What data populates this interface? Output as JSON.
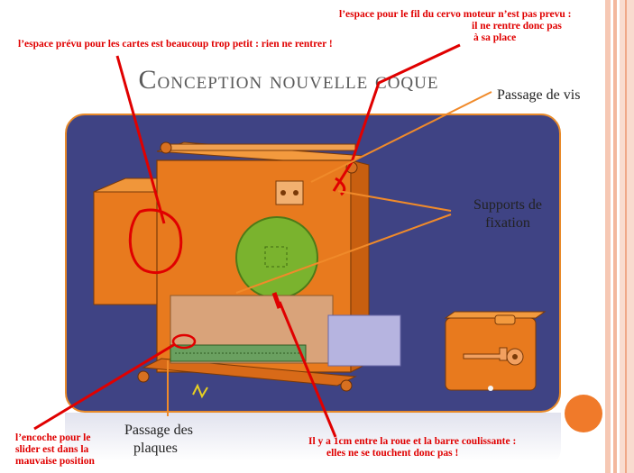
{
  "slide": {
    "title_first_letter": "C",
    "title_rest": "onception nouvelle coque"
  },
  "annotations": {
    "cards_space": "l’espace prévu pour les cartes est beaucoup trop petit : rien ne rentrer !",
    "servo_wire_line1": "l’espace pour le fil du cervo moteur n’est pas prevu :",
    "servo_wire_line2": "il ne rentre donc pas",
    "servo_wire_line3": "à sa place",
    "slider_notch_line1": "l’encoche pour le",
    "slider_notch_line2": "slider est dans la",
    "slider_notch_line3": "mauvaise position",
    "gap_line1": "Il y a 1cm entre la roue et la barre coulissante :",
    "gap_line2": "elles ne se touchent donc pas !"
  },
  "labels": {
    "screw_passage": "Passage de vis",
    "fixing_supports_line1": "Supports de",
    "fixing_supports_line2": "fixation",
    "plates_passage_line1": "Passage des",
    "plates_passage_line2": "plaques"
  },
  "colors": {
    "panel_bg": "#3f4384",
    "part_orange": "#e87a1e",
    "wheel_green": "#7ab32e",
    "annotation_red": "#e00000",
    "arrow_orange": "#f08a2a",
    "accent_circle": "#f07a2a"
  }
}
